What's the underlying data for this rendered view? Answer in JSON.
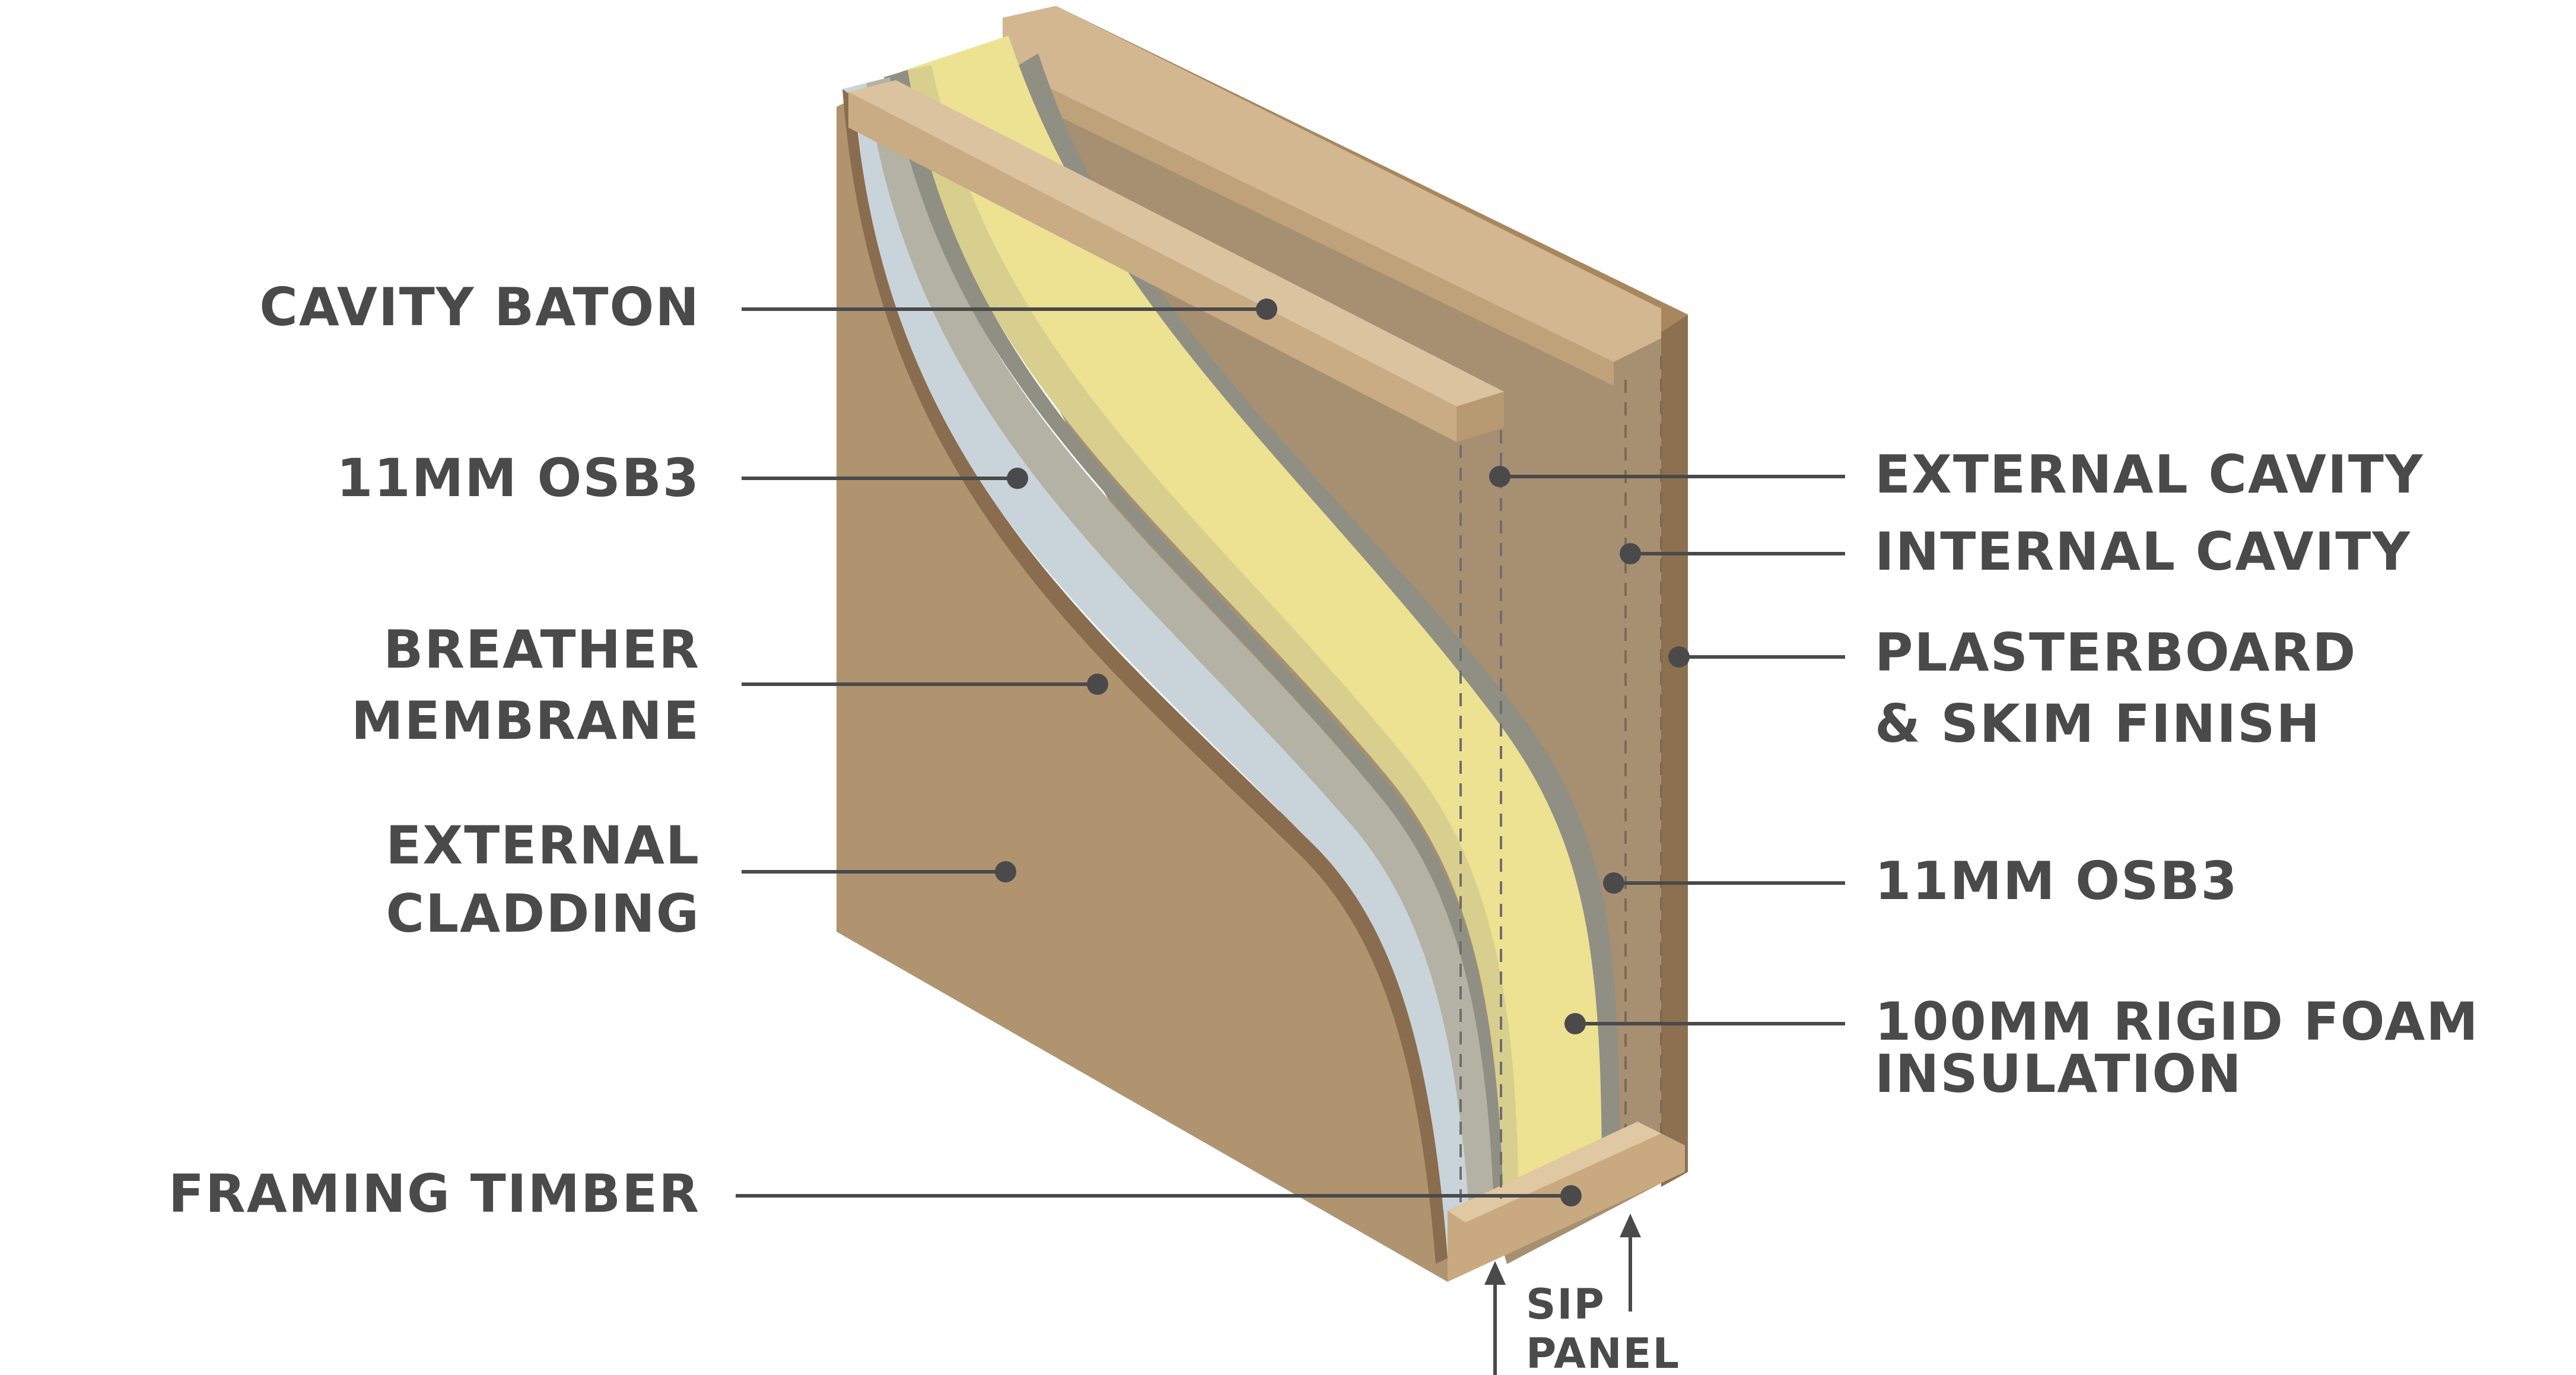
{
  "colors": {
    "label": "#4a4a4b",
    "cladding_face": "#b09470",
    "cladding_edge": "#8a6d4e",
    "timber_light": "#d6bb94",
    "timber_dark": "#a9875f",
    "osb_grey": "#8f8f84",
    "membrane": "#c9d4da",
    "osb_fill": "#b3b2a4",
    "foam_light": "#ede192",
    "foam_dark": "#d8cf8e",
    "interior_brown": "#a78f72",
    "leader": "#4a4a4b"
  },
  "labels": {
    "left": {
      "cavity_baton": "CAVITY BATON",
      "osb3_outer": "11MM OSB3",
      "breather_1": "BREATHER",
      "breather_2": "MEMBRANE",
      "cladding_1": "EXTERNAL",
      "cladding_2": "CLADDING",
      "framing_timber": "FRAMING TIMBER"
    },
    "right": {
      "external_cavity": "EXTERNAL CAVITY",
      "internal_cavity": "INTERNAL CAVITY",
      "plasterboard_1": "PLASTERBOARD",
      "plasterboard_2": "& SKIM FINISH",
      "osb3_inner": "11MM OSB3",
      "foam_1": "100MM RIGID FOAM",
      "foam_2": "INSULATION"
    },
    "bottom": {
      "sip_1": "SIP",
      "sip_2": "PANEL"
    }
  }
}
